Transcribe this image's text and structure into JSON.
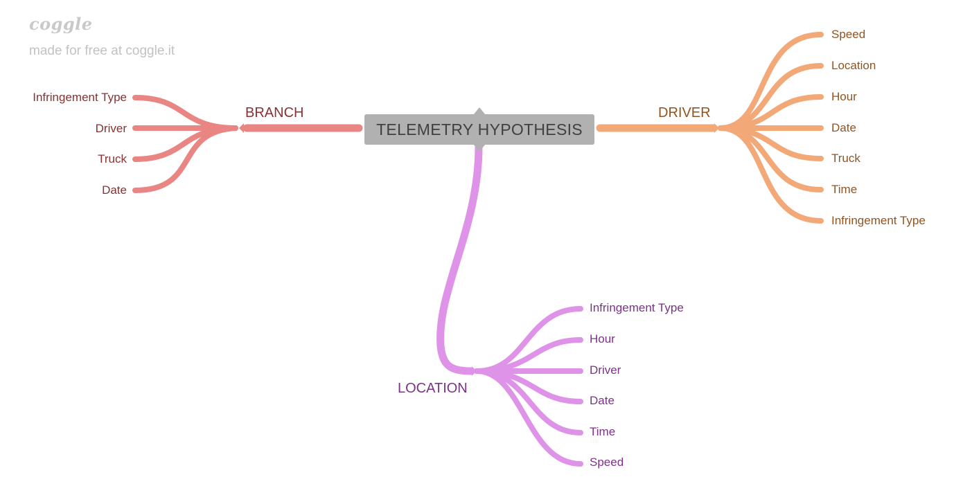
{
  "watermark": {
    "logo_text": "coggle",
    "tagline": "made for free at coggle.it"
  },
  "root": {
    "label": "TELEMETRY HYPOTHESIS",
    "color": "#b1b1b1"
  },
  "branches": {
    "branch": {
      "label": "BRANCH",
      "color": "#e98683",
      "text_color": "#8a3030",
      "leaves": [
        "Infringement Type",
        "Driver",
        "Truck",
        "Date"
      ]
    },
    "driver": {
      "label": "DRIVER",
      "color": "#f2a877",
      "text_color": "#92531f",
      "leaves": [
        "Speed",
        "Location",
        "Hour",
        "Date",
        "Truck",
        "Time",
        "Infringement Type"
      ]
    },
    "location": {
      "label": "LOCATION",
      "color": "#df93e8",
      "text_color": "#7d3189",
      "leaves": [
        "Infringement Type",
        "Hour",
        "Driver",
        "Date",
        "Time",
        "Speed"
      ]
    }
  }
}
